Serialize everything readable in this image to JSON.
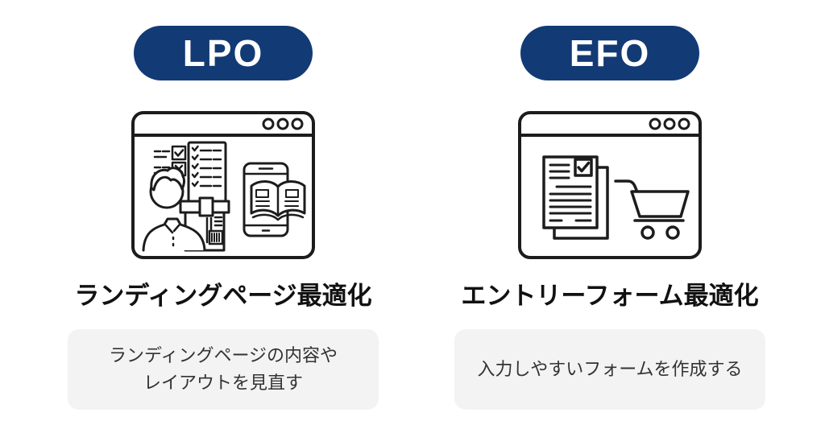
{
  "colors": {
    "page_bg": "#ffffff",
    "badge_bg": "#123a75",
    "badge_text": "#ffffff",
    "line_art": "#1c1c1c",
    "heading_text": "#111111",
    "desc_box_bg": "#f3f3f4",
    "desc_text": "#333333"
  },
  "columns": [
    {
      "id": "lpo",
      "badge_label": "LPO",
      "heading": "ランディングページ最適化",
      "description_lines": [
        "ランディングページの内容や",
        "レイアウトを見直す"
      ],
      "illustration": {
        "name": "browser-window-with-person-checklist-and-smartphone-book",
        "icons": [
          "browser-window-icon",
          "checklist-icon",
          "document-printer-icon",
          "person-icon",
          "smartphone-book-icon"
        ]
      }
    },
    {
      "id": "efo",
      "badge_label": "EFO",
      "heading": "エントリーフォーム最適化",
      "description_lines": [
        "入力しやすいフォームを作成する"
      ],
      "illustration": {
        "name": "browser-window-with-form-and-cart",
        "icons": [
          "browser-window-icon",
          "form-document-icon",
          "shopping-cart-icon"
        ]
      }
    }
  ]
}
